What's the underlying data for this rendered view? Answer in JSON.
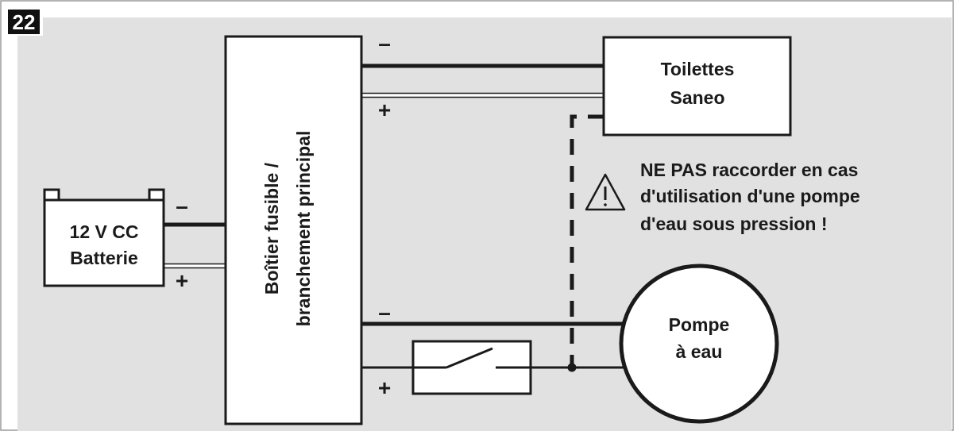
{
  "figure_number": "22",
  "battery": {
    "line1": "12 V CC",
    "line2": "Batterie",
    "minus": "–",
    "plus": "+"
  },
  "fuse_box": {
    "line1": "Boîtier fusible /",
    "line2": "branchement principal"
  },
  "toilet": {
    "line1": "Toilettes",
    "line2": "Saneo",
    "minus": "–",
    "plus": "+"
  },
  "pump": {
    "line1": "Pompe",
    "line2": "à eau",
    "minus": "–",
    "plus": "+"
  },
  "warning": {
    "icon": "warning-triangle-icon",
    "line1": "NE PAS raccorder en cas",
    "line2": "d'utilisation d'une pompe",
    "line3": "d'eau sous pression !"
  },
  "colors": {
    "background": "#e1e1e1",
    "component_fill": "#ffffff",
    "stroke": "#1a1a1a"
  }
}
